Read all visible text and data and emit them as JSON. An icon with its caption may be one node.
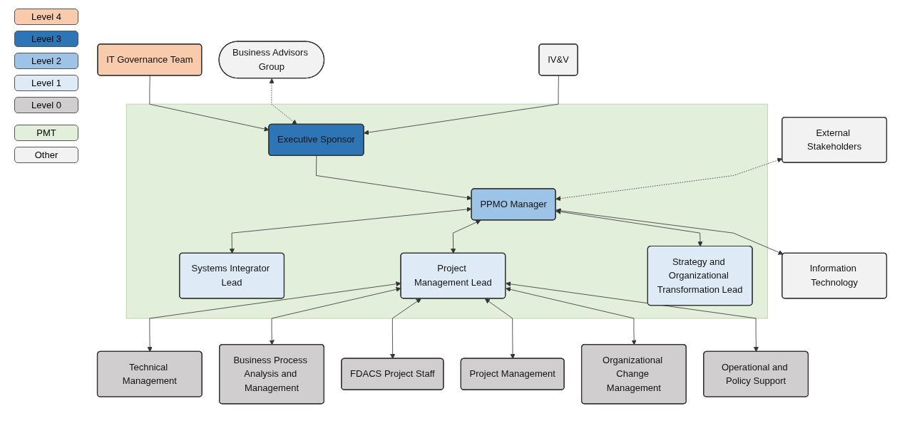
{
  "diagram": {
    "nodes": [
      {
        "text": [
          "IT Governance Team"
        ]
      },
      {
        "text": [],
        "shape": "box"
      },
      {
        "text": [
          "Business Advisors Group"
        ]
      },
      {
        "text": [
          "Executive Sponsor"
        ],
        "in": 1
      },
      {
        "text": [
          "IV&V"
        ]
      },
      {
        "text": [
          "External Stakeholders"
        ]
      },
      {
        "text": [
          "PPMO Manager"
        ],
        "in": 1
      },
      {
        "text": [
          "Information Technology"
        ]
      },
      {
        "text": [
          "Systems Integrator Lead"
        ],
        "in": 1
      },
      {
        "text": [
          "Project Management Lead"
        ],
        "in": 1
      },
      {
        "text": [
          "Strategy and Organizational Transformation Lead"
        ],
        "in": 1
      },
      {
        "text": [
          "Technical Management"
        ]
      },
      {
        "text": [
          "Business Process Analysis and Management"
        ]
      },
      {
        "text": [
          "FDACS Project Staff"
        ]
      },
      {
        "text": [
          "Project Management"
        ]
      },
      {
        "text": [
          "Organizational Change Management"
        ]
      },
      {
        "text": [
          "Operational and Policy Support"
        ]
      }
    ],
    "edges": [
      {
        "from": 0,
        "to": 3,
        "arrow": "to"
      },
      {
        "from": 2,
        "to": 3,
        "arrow": "both",
        "style": "dashed"
      },
      {
        "from": 4,
        "to": 3,
        "arrow": "to"
      },
      {
        "from": 3,
        "to": 6,
        "arrow": "to"
      },
      {
        "from": 5,
        "to": 6,
        "arrow": "both",
        "style": "dashed"
      },
      {
        "from": 6,
        "to": 7,
        "arrow": "both"
      },
      {
        "from": 6,
        "to": 8,
        "arrow": "both"
      },
      {
        "from": 6,
        "to": 9,
        "arrow": "both"
      },
      {
        "from": 6,
        "to": 10,
        "arrow": "both"
      },
      {
        "from": 9,
        "to": 11,
        "arrow": "both"
      },
      {
        "from": 9,
        "to": 12,
        "arrow": "both"
      },
      {
        "from": 9,
        "to": 13,
        "arrow": "both"
      },
      {
        "from": 9,
        "to": 14,
        "arrow": "both"
      },
      {
        "from": 9,
        "to": 15,
        "arrow": "both"
      },
      {
        "from": 9,
        "to": 16,
        "arrow": "both"
      }
    ],
    "legend": [
      {
        "text": "Level 4",
        "color": "#f8cbad"
      },
      {
        "text": "Level 3",
        "color": "#2e75b6"
      },
      {
        "text": "Level 2",
        "color": "#9dc3e6"
      },
      {
        "text": "Level 1",
        "color": "#deebf7"
      },
      {
        "text": "Level 0",
        "color": "#d0cece"
      },
      {
        "text": "PMT",
        "color": "#e2efda"
      },
      {
        "text": "Other",
        "color": "#f2f2f2"
      }
    ]
  }
}
